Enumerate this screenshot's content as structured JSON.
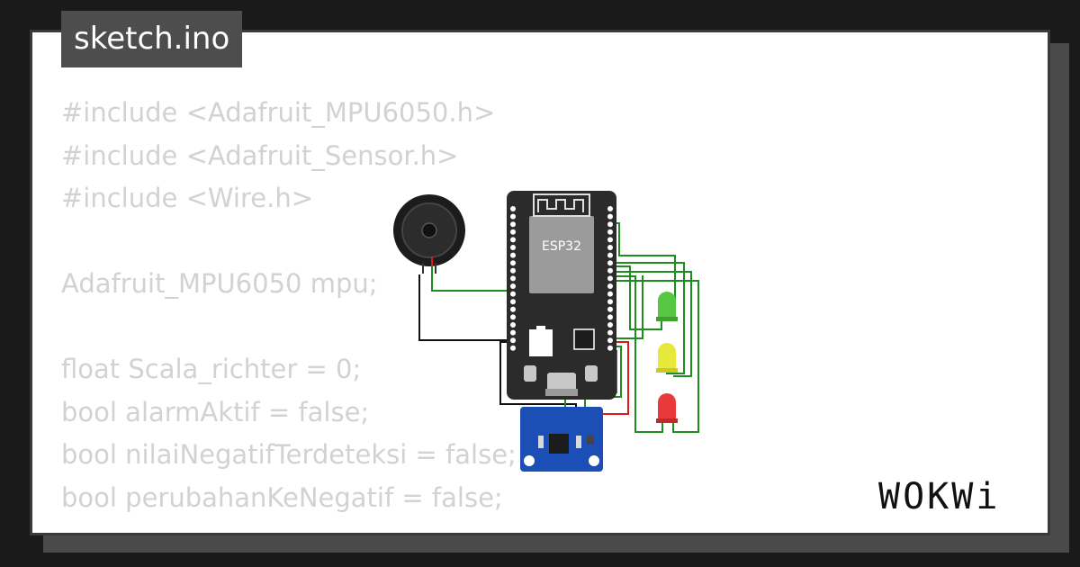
{
  "tab": {
    "title": "sketch.ino"
  },
  "code_lines": [
    "#include <Adafruit_MPU6050.h>",
    "#include <Adafruit_Sensor.h>",
    "#include <Wire.h>",
    "",
    "Adafruit_MPU6050 mpu;",
    "",
    "float Scala_richter = 0;",
    "bool alarmAktif = false;",
    "bool nilaiNegatifTerdeteksi = false;",
    "bool perubahanKeNegatif = false;"
  ],
  "circuit": {
    "board_label": "ESP32",
    "led_colors": [
      "#56c742",
      "#e8e83a",
      "#e83a3a"
    ],
    "wire_colors": {
      "signal": "#1e8c1e",
      "ground": "#111111",
      "power": "#e01818"
    },
    "board_color": "#2b2b2b",
    "sensor_color": "#1b4fb5"
  },
  "brand": {
    "logo": "WOKWi"
  }
}
